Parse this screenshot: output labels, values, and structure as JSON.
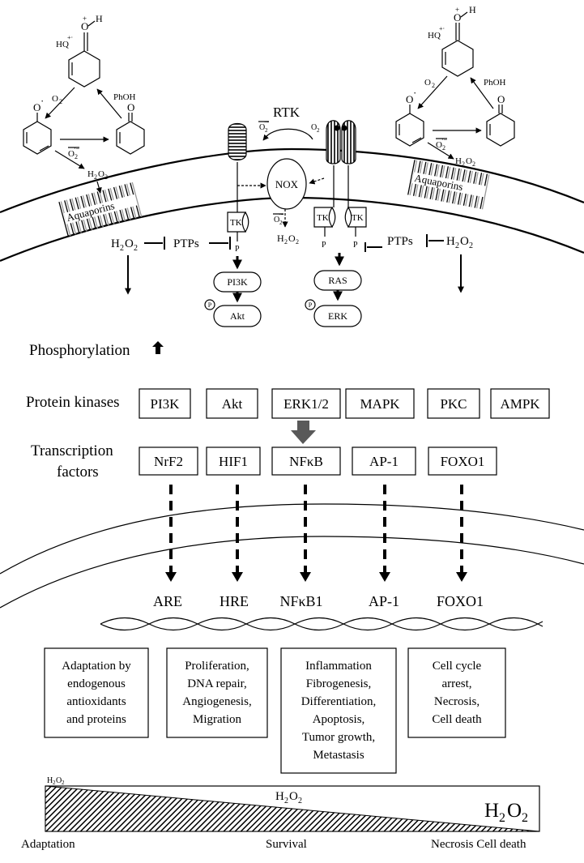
{
  "top": {
    "left_mech": {
      "hq": "HQ",
      "hq_charge": "+·",
      "o_top": "O",
      "o_charge": "+",
      "h": "H",
      "o2": "O",
      "o2_sub": "2",
      "phoh": "PhOH",
      "phenoxy_o": "O",
      "phenoxy_dot": "·",
      "superoxide": "O",
      "superoxide_sub": "2",
      "superoxide_sup": "·−",
      "quinone_o": "O",
      "h2o2_h": "H",
      "h2o2_sub1": "2",
      "h2o2_o": "O",
      "h2o2_sub2": "2"
    },
    "right_mech": {
      "hq": "HQ",
      "hq_charge": "+·",
      "o_top": "O",
      "o_charge": "+",
      "h": "H",
      "o2": "O",
      "o2_sub": "2",
      "phoh": "PhOH",
      "phenoxy_o": "O",
      "phenoxy_dot": "·",
      "superoxide": "O",
      "superoxide_sub": "2",
      "superoxide_sup": "·−",
      "quinone_o": "O",
      "h2o2_h": "H",
      "h2o2_sub1": "2",
      "h2o2_o": "O",
      "h2o2_sub2": "2"
    },
    "aquaporins_left": "Aquaporins",
    "aquaporins_right": "Aquaporins",
    "rtk": "RTK",
    "nox": "NOX",
    "nox_o2_left": "O",
    "nox_o2_left_sub": "2",
    "nox_o2_left_sup": "·−",
    "nox_o2_right": "O",
    "nox_o2_right_sub": "2",
    "nox_o2_bottom": "O",
    "nox_o2_bottom_sub": "2",
    "nox_o2_bottom_sup": "·−",
    "nox_h2o2": {
      "h": "H",
      "s1": "2",
      "o": "O",
      "s2": "2"
    },
    "tk_left": "TK",
    "tk_right_a": "TK",
    "tk_right_b": "TK",
    "p_left": "P",
    "p_right_a": "P",
    "p_right_b": "P",
    "h2o2_left": {
      "h": "H",
      "s1": "2",
      "o": "O",
      "s2": "2"
    },
    "h2o2_right": {
      "h": "H",
      "s1": "2",
      "o": "O",
      "s2": "2"
    },
    "ptps_left": "PTPs",
    "ptps_right": "PTPs",
    "pi3k": "PI3K",
    "akt": "Akt",
    "ras": "RAS",
    "erk": "ERK",
    "p_circle_left": "P",
    "p_circle_right": "P"
  },
  "phosphorylation": "Phosphorylation",
  "protein_kinases": {
    "label": "Protein kinases",
    "items": [
      "PI3K",
      "Akt",
      "ERK1/2",
      "MAPK",
      "PKC",
      "AMPK"
    ]
  },
  "transcription_factors": {
    "label_line1": "Transcription",
    "label_line2": "factors",
    "items": [
      "NrF2",
      "HIF1",
      "NFκB",
      "AP-1",
      "FOXO1"
    ]
  },
  "response_elements": [
    "ARE",
    "HRE",
    "NFκB1",
    "AP-1",
    "FOXO1"
  ],
  "outcomes": [
    [
      "Adaptation by",
      "endogenous",
      "antioxidants",
      "and proteins"
    ],
    [
      "Proliferation,",
      "DNA repair,",
      "Angiogenesis,",
      "Migration"
    ],
    [
      "Inflammation",
      "Fibrogenesis,",
      "Differentiation,",
      "Apoptosis,",
      "Tumor growth,",
      "Metastasis"
    ],
    [
      "Cell cycle",
      "arrest,",
      "Necrosis,",
      "Cell death"
    ]
  ],
  "gradient": {
    "small": {
      "h": "H",
      "s1": "2",
      "o": "O",
      "s2": "2"
    },
    "mid": {
      "h": "H",
      "s1": "2",
      "o": "O",
      "s2": "2"
    },
    "large": {
      "h": "H",
      "s1": "2",
      "o": "O",
      "s2": "2"
    },
    "labels": [
      "Adaptation",
      "Survival",
      "Necrosis Cell death"
    ]
  }
}
